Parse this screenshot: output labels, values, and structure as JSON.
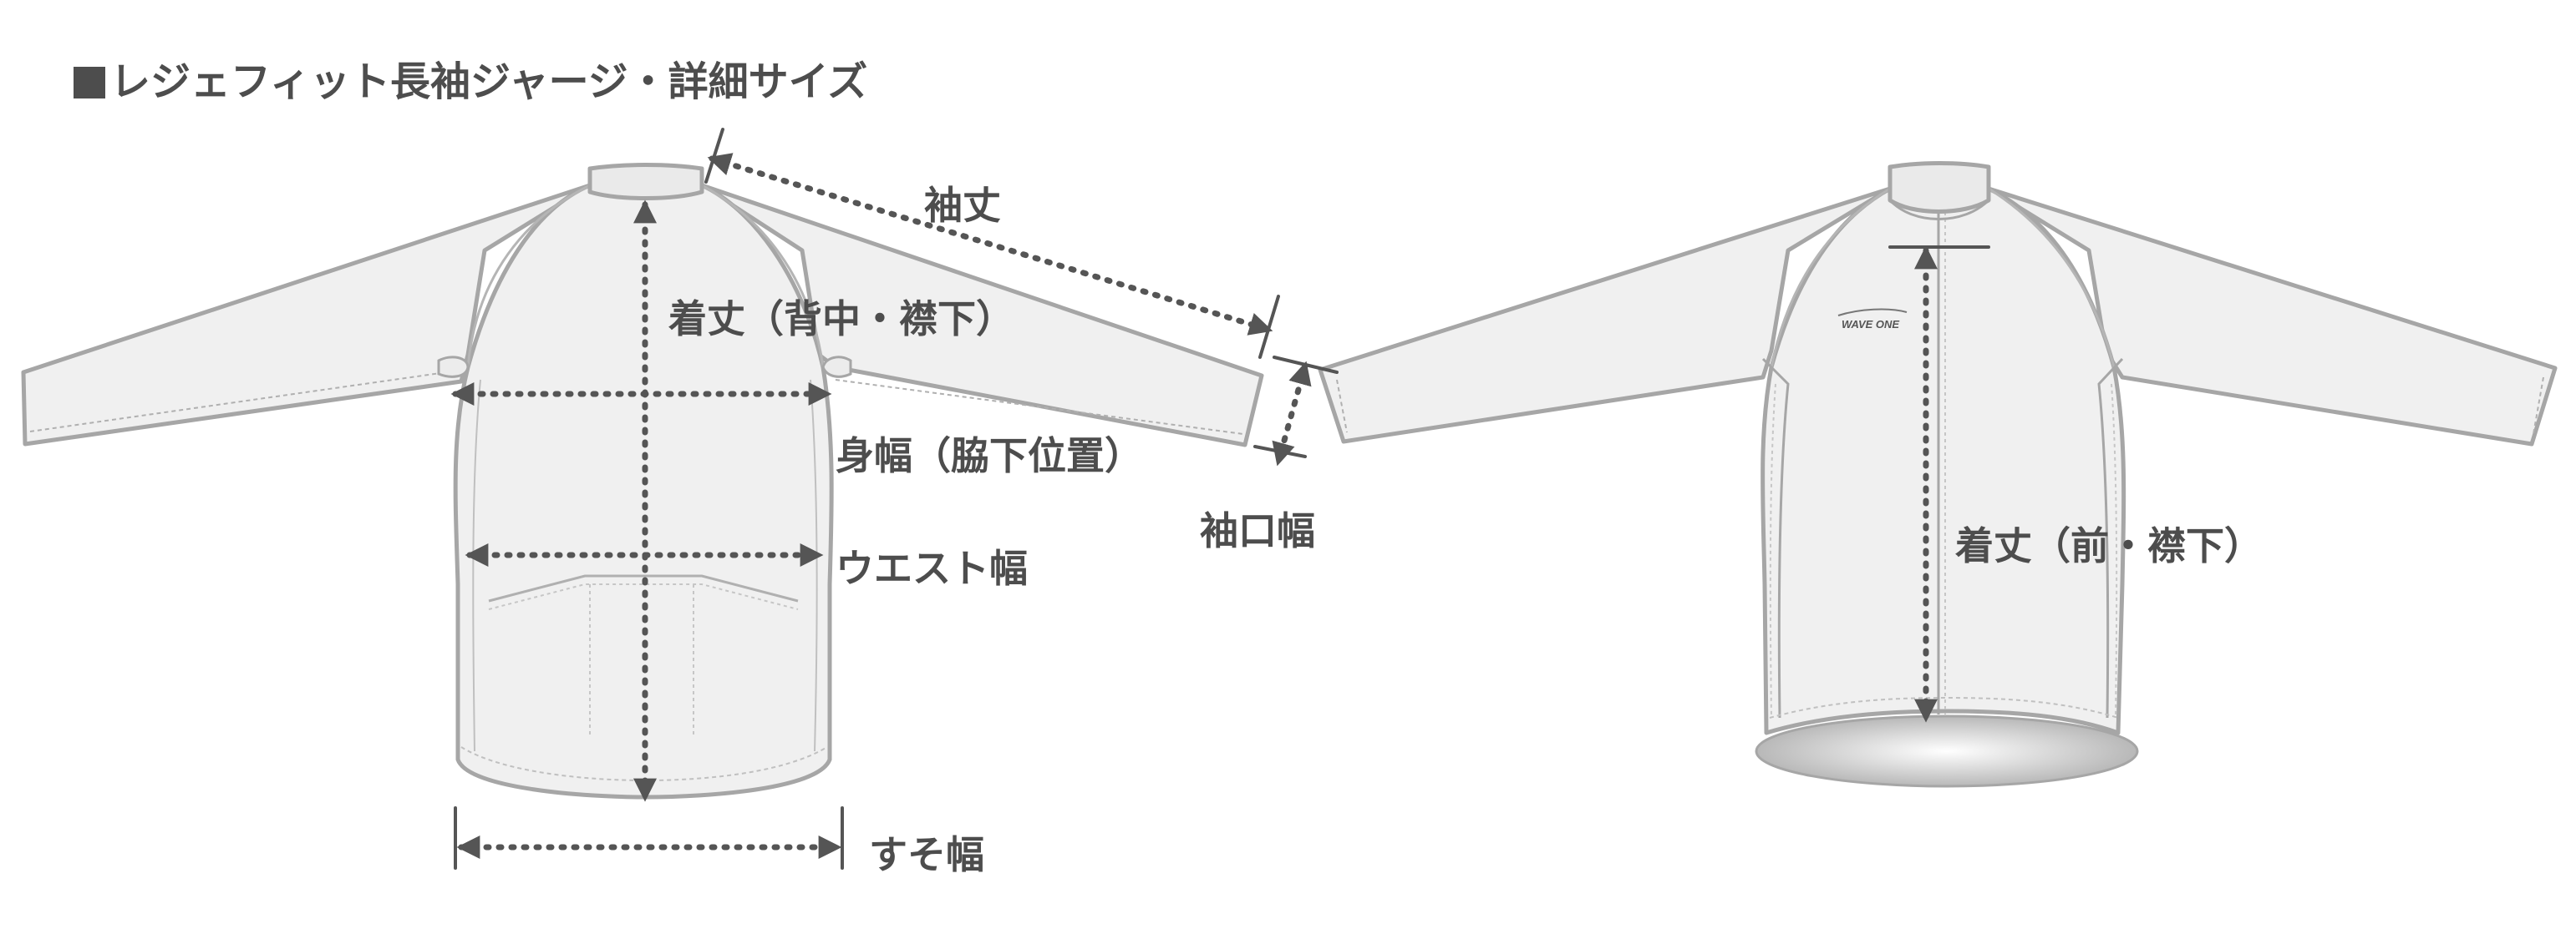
{
  "title": "レジェフィット長袖ジャージ・詳細サイズ",
  "labels": {
    "sleeve_length": "袖丈",
    "length_back": "着丈（背中・襟下）",
    "chest_width": "身幅（脇下位置）",
    "cuff_width": "袖口幅",
    "waist_width": "ウエスト幅",
    "hem_width": "すそ幅",
    "length_front": "着丈（前・襟下）"
  },
  "logo_text": "WAVE ONE",
  "colors": {
    "garment_fill": "#f0f0f0",
    "garment_outline": "#a6a6a6",
    "measure": "#555555",
    "text": "#4d4d4d"
  }
}
